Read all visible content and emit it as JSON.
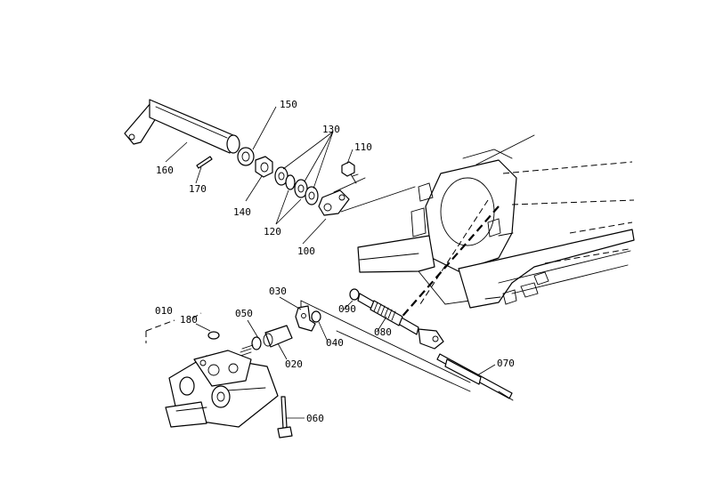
{
  "parts": [
    {
      "id": "p150",
      "label": "150"
    },
    {
      "id": "p130",
      "label": "130"
    },
    {
      "id": "p110",
      "label": "110"
    },
    {
      "id": "p160",
      "label": "160"
    },
    {
      "id": "p170",
      "label": "170"
    },
    {
      "id": "p140",
      "label": "140"
    },
    {
      "id": "p120",
      "label": "120"
    },
    {
      "id": "p100",
      "label": "100"
    },
    {
      "id": "p030",
      "label": "030"
    },
    {
      "id": "p090",
      "label": "090"
    },
    {
      "id": "p010",
      "label": "010"
    },
    {
      "id": "p180",
      "label": "180"
    },
    {
      "id": "p050",
      "label": "050"
    },
    {
      "id": "p040",
      "label": "040"
    },
    {
      "id": "p080",
      "label": "080"
    },
    {
      "id": "p020",
      "label": "020"
    },
    {
      "id": "p070",
      "label": "070"
    },
    {
      "id": "p060",
      "label": "060"
    }
  ]
}
